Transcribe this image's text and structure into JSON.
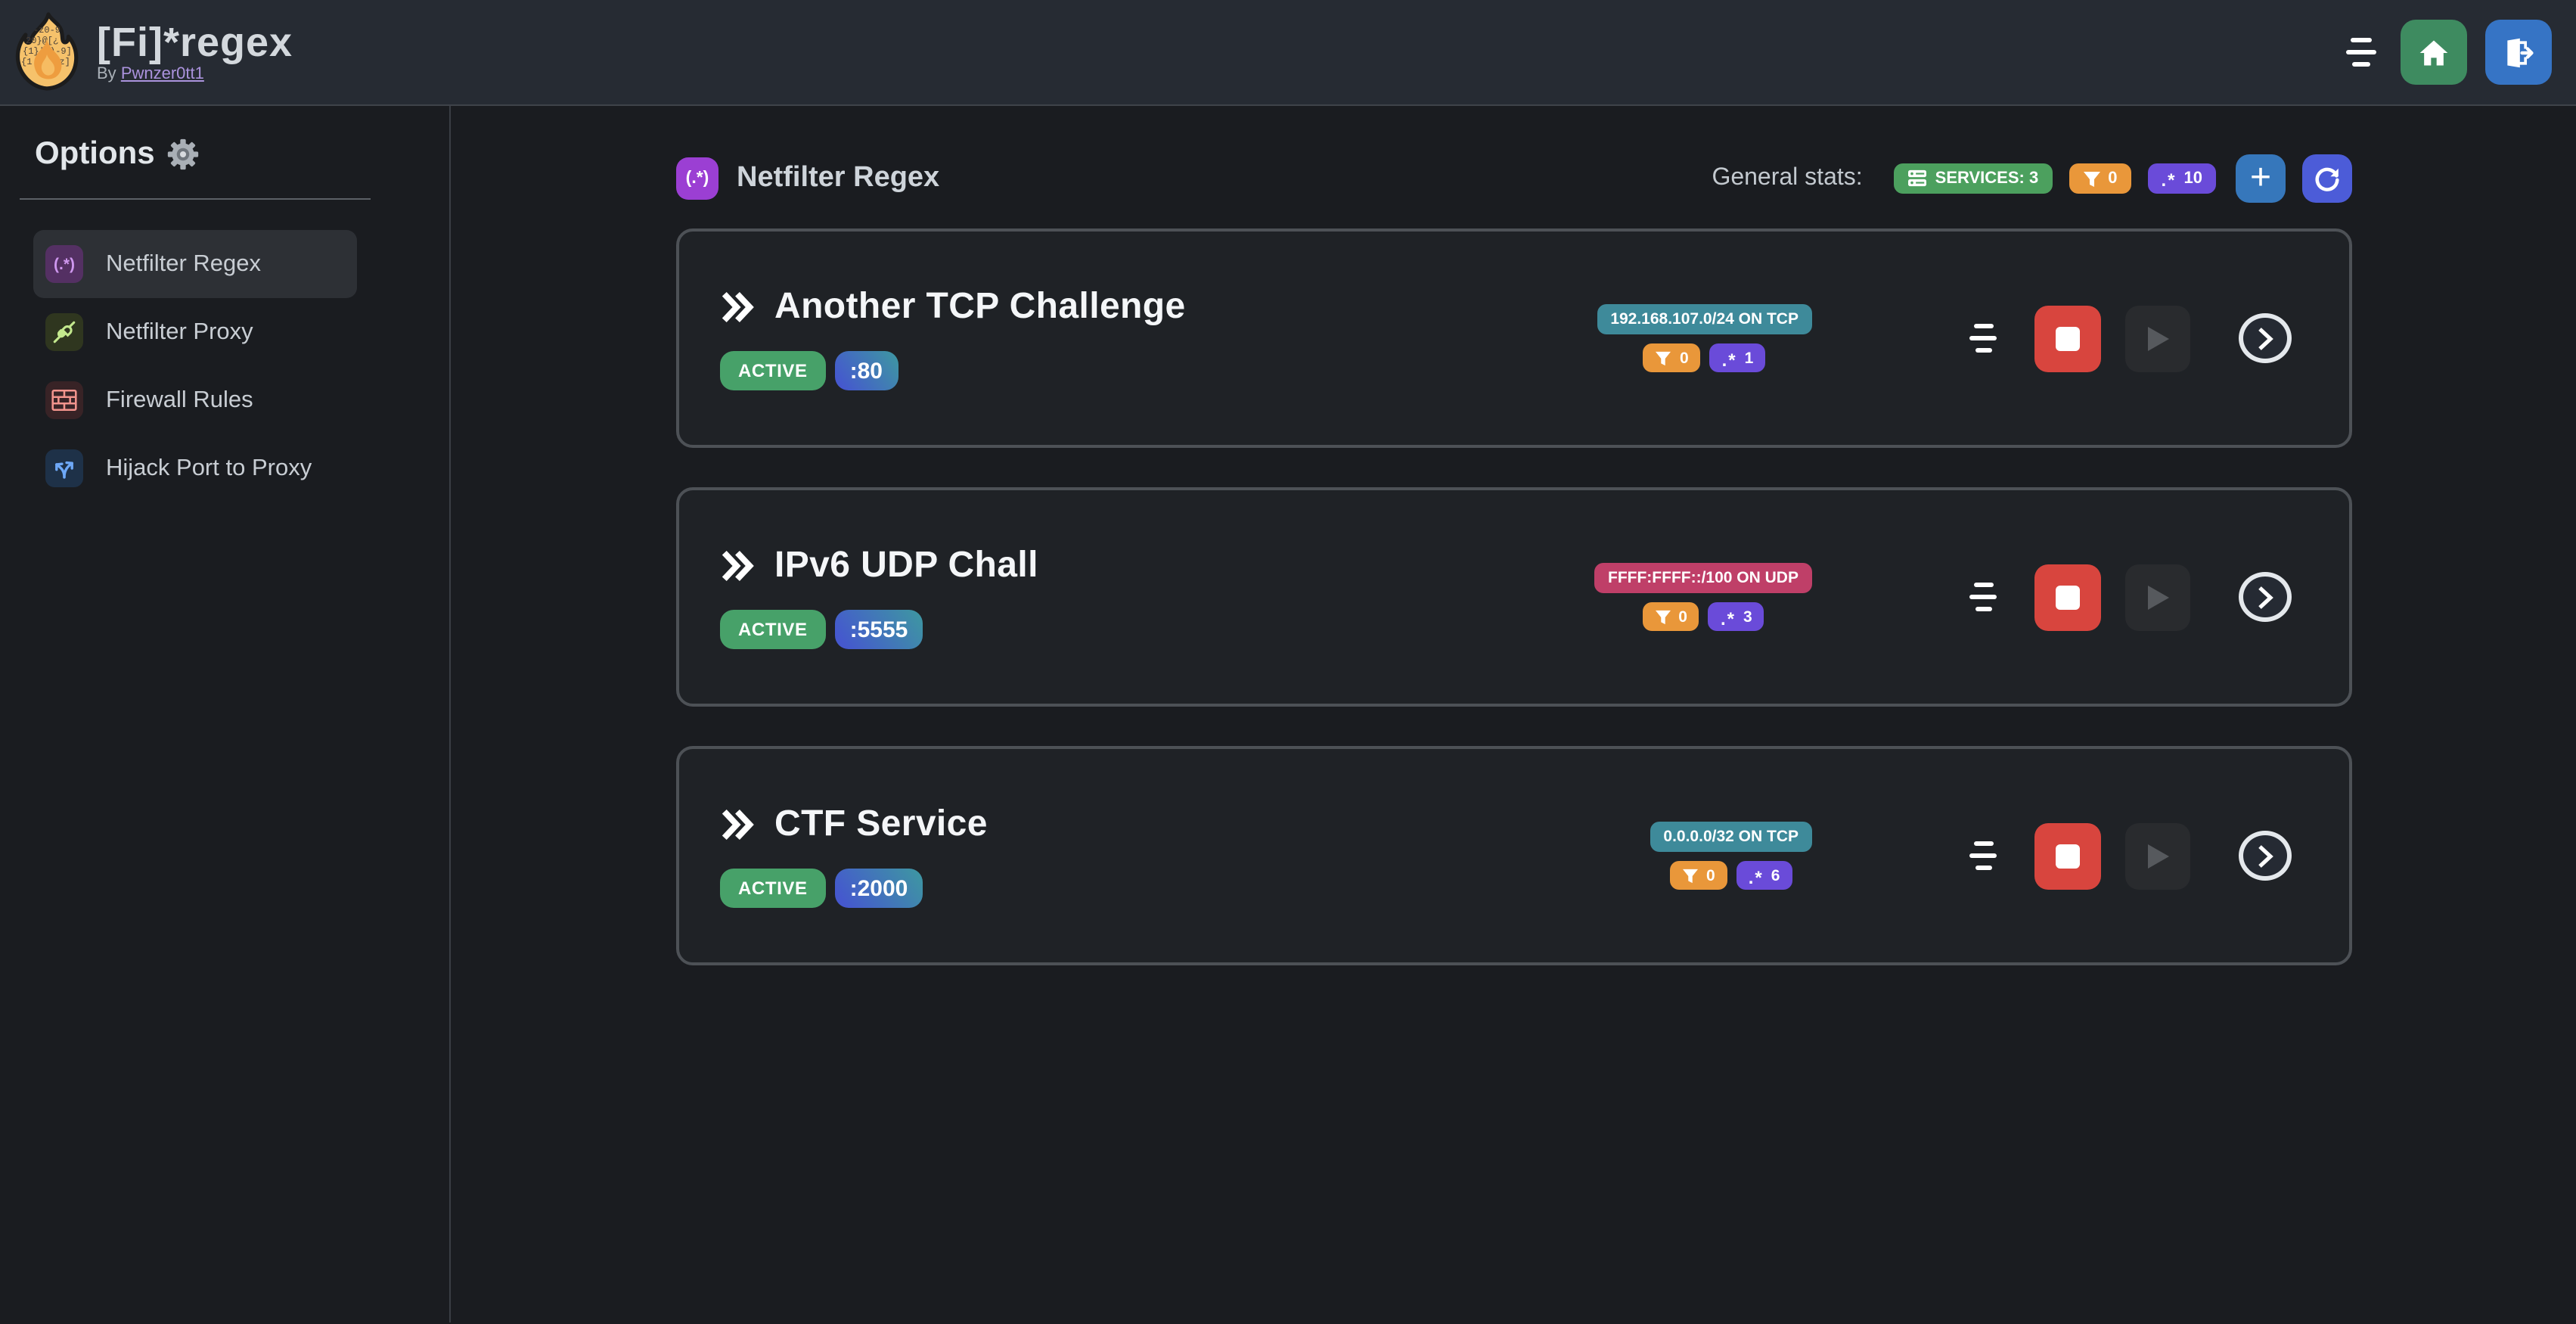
{
  "topbar": {
    "title": "[Fi]*regex",
    "byline_prefix": "By",
    "byline_link": "Pwnzer0tt1"
  },
  "sidebar": {
    "header": "Options",
    "items": [
      {
        "label": "Netfilter Regex"
      },
      {
        "label": "Netfilter Proxy"
      },
      {
        "label": "Firewall Rules"
      },
      {
        "label": "Hijack Port to Proxy"
      }
    ]
  },
  "icons": {
    "regex_glyph": "(.*)",
    "dotstar_glyph": ".*",
    "plus_glyph": "+"
  },
  "main": {
    "header": {
      "title": "Netfilter Regex"
    },
    "stats": {
      "label": "General stats:",
      "services_label": "SERVICES: 3",
      "filters_count": "0",
      "regexes_count": "10"
    },
    "services": [
      {
        "title": "Another TCP Challenge",
        "status": "ACTIVE",
        "port": ":80",
        "cidr": "192.168.107.0/24 ON TCP",
        "cidr_color": "teal",
        "filters_count": "0",
        "regexes_count": "1"
      },
      {
        "title": "IPv6 UDP Chall",
        "status": "ACTIVE",
        "port": ":5555",
        "cidr": "FFFF:FFFF::/100 ON UDP",
        "cidr_color": "pink",
        "filters_count": "0",
        "regexes_count": "3"
      },
      {
        "title": "CTF Service",
        "status": "ACTIVE",
        "port": ":2000",
        "cidr": "0.0.0.0/32 ON TCP",
        "cidr_color": "teal",
        "filters_count": "0",
        "regexes_count": "6"
      }
    ]
  },
  "colors": {
    "topbar_bg": "#262b33",
    "page_bg": "#1a1c20",
    "card_bg": "#1f2226",
    "green_badge": "#4ca05e",
    "orange_badge": "#e9973a",
    "purple_badge": "#6a4bd9",
    "teal_cidr": "#3e8a9a",
    "pink_cidr": "#bf3f68",
    "active_green": "#47a169",
    "stop_red": "#d8453e",
    "home_green": "#3e8b60",
    "logout_blue": "#3674c5",
    "add_blue": "#3677bb",
    "refresh_indigo": "#4c5cd8",
    "header_chip_purple": "#9b3fd3"
  }
}
